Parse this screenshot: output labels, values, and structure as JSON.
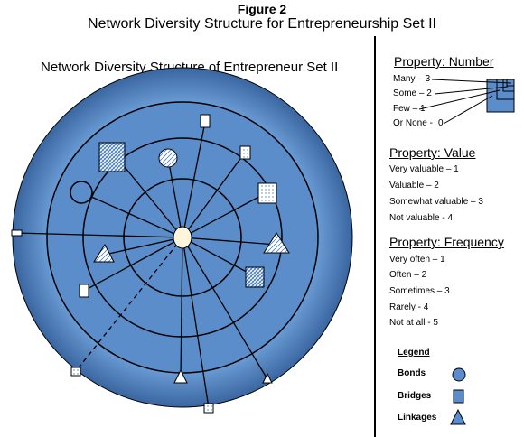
{
  "figure": {
    "label": "Figure 2",
    "title": "Network Diversity Structure for Entrepreneurship Set II"
  },
  "diagram": {
    "title": "Network Diversity Structure of Entrepreneur Set II"
  },
  "legend_panel": {
    "number": {
      "heading": "Property: Number",
      "items": [
        "Many – 3",
        "Some – 2",
        "Few – 1",
        "Or None -"
      ],
      "zero": "0"
    },
    "value": {
      "heading": "Property: Value",
      "items": [
        "Very valuable – 1",
        "Valuable – 2",
        "Somewhat valuable – 3",
        "Not valuable -  4"
      ]
    },
    "frequency": {
      "heading": "Property: Frequency",
      "items": [
        "Very often  – 1",
        "Often  – 2",
        "Sometimes – 3",
        "Rarely -  4",
        "Not at all - 5"
      ]
    },
    "legend": {
      "heading": "Legend",
      "items": [
        {
          "label": "Bonds",
          "icon": "circle-icon"
        },
        {
          "label": "Bridges",
          "icon": "square-icon"
        },
        {
          "label": "Linkages",
          "icon": "triangle-icon"
        }
      ]
    }
  },
  "colors": {
    "fill": "#5b8dcb",
    "outer_ring": "#3f6fa8",
    "line": "#000000"
  }
}
